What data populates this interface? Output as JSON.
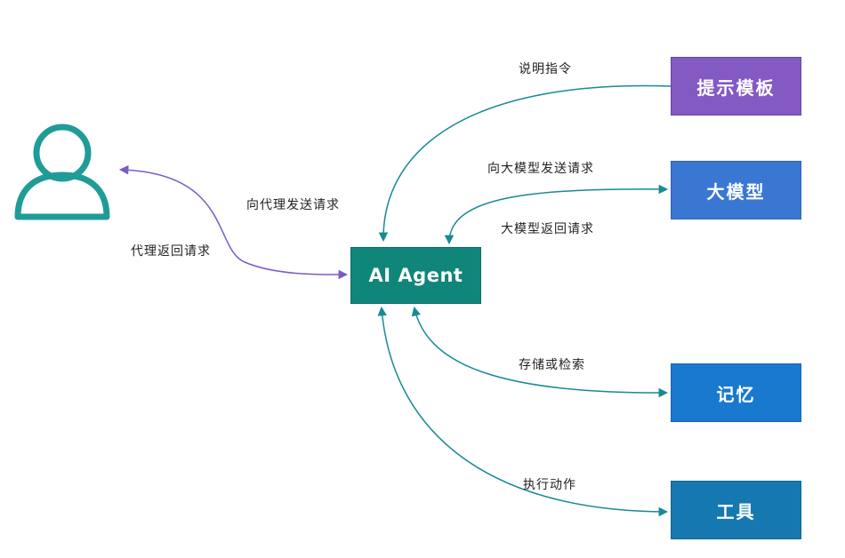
{
  "nodes": {
    "prompt_template": "提示模板",
    "llm": "大模型",
    "agent": "AI Agent",
    "memory": "记忆",
    "tools": "工具"
  },
  "edges": {
    "explain_instruction": "说明指令",
    "send_to_llm": "向大模型发送请求",
    "llm_return": "大模型返回请求",
    "send_to_agent": "向代理发送请求",
    "agent_return": "代理返回请求",
    "store_or_retrieve": "存储或检索",
    "execute_action": "执行动作"
  },
  "colors": {
    "prompt_template": "#8359c3",
    "llm": "#3a77d3",
    "agent": "#10867a",
    "memory": "#1879cf",
    "tools": "#1678b0",
    "user_icon": "#1f9c98",
    "teal_arrow": "#178a93",
    "purple_arrow": "#7a5cc4"
  },
  "icons": {
    "user": "user-icon"
  }
}
